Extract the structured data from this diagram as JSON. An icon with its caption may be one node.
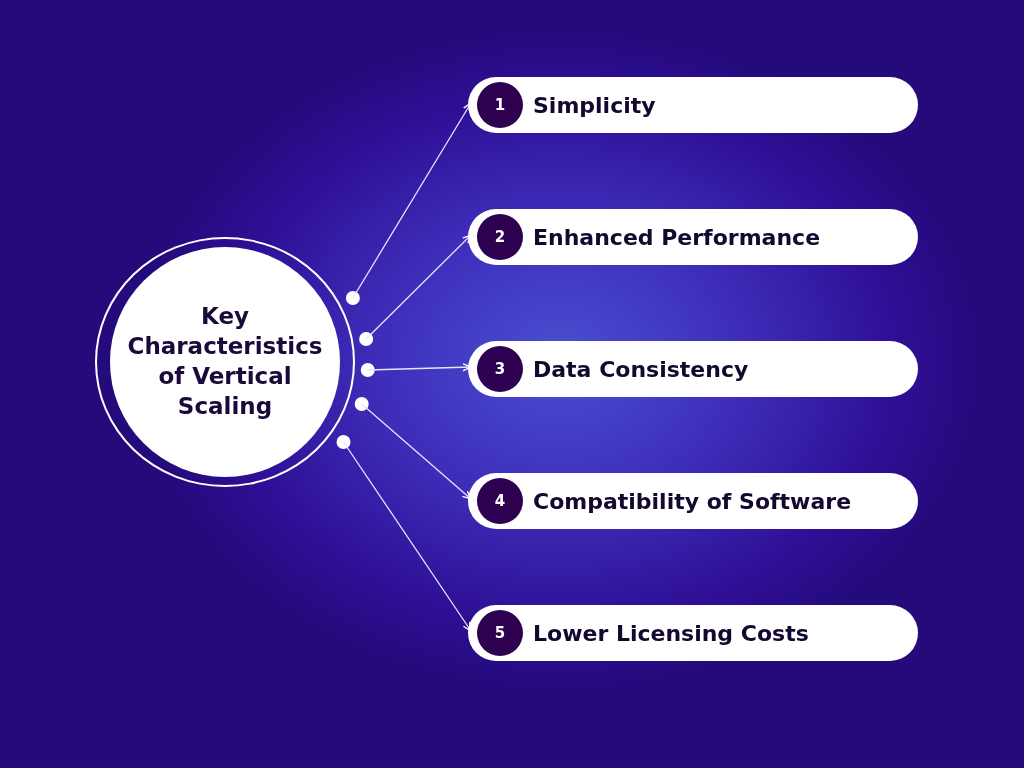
{
  "diagram": {
    "nodes": [
      {
        "text": [
          "Key Characteristics of Vertical Scaling"
        ]
      },
      {
        "text": [
          "1",
          "Simplicity"
        ]
      },
      {
        "text": [
          "2",
          "Enhanced Performance"
        ]
      },
      {
        "text": [
          "3",
          "Data Consistency"
        ]
      },
      {
        "text": [
          "4",
          "Compatibility of Software"
        ]
      },
      {
        "text": [
          "5",
          "Lower Licensing Costs"
        ]
      }
    ],
    "edges": [
      {
        "from": 0,
        "to": 1,
        "arrow": "to"
      },
      {
        "from": 0,
        "to": 2,
        "arrow": "to"
      },
      {
        "from": 0,
        "to": 3,
        "arrow": "to"
      },
      {
        "from": 0,
        "to": 4,
        "arrow": "to"
      },
      {
        "from": 0,
        "to": 5,
        "arrow": "to"
      }
    ]
  }
}
